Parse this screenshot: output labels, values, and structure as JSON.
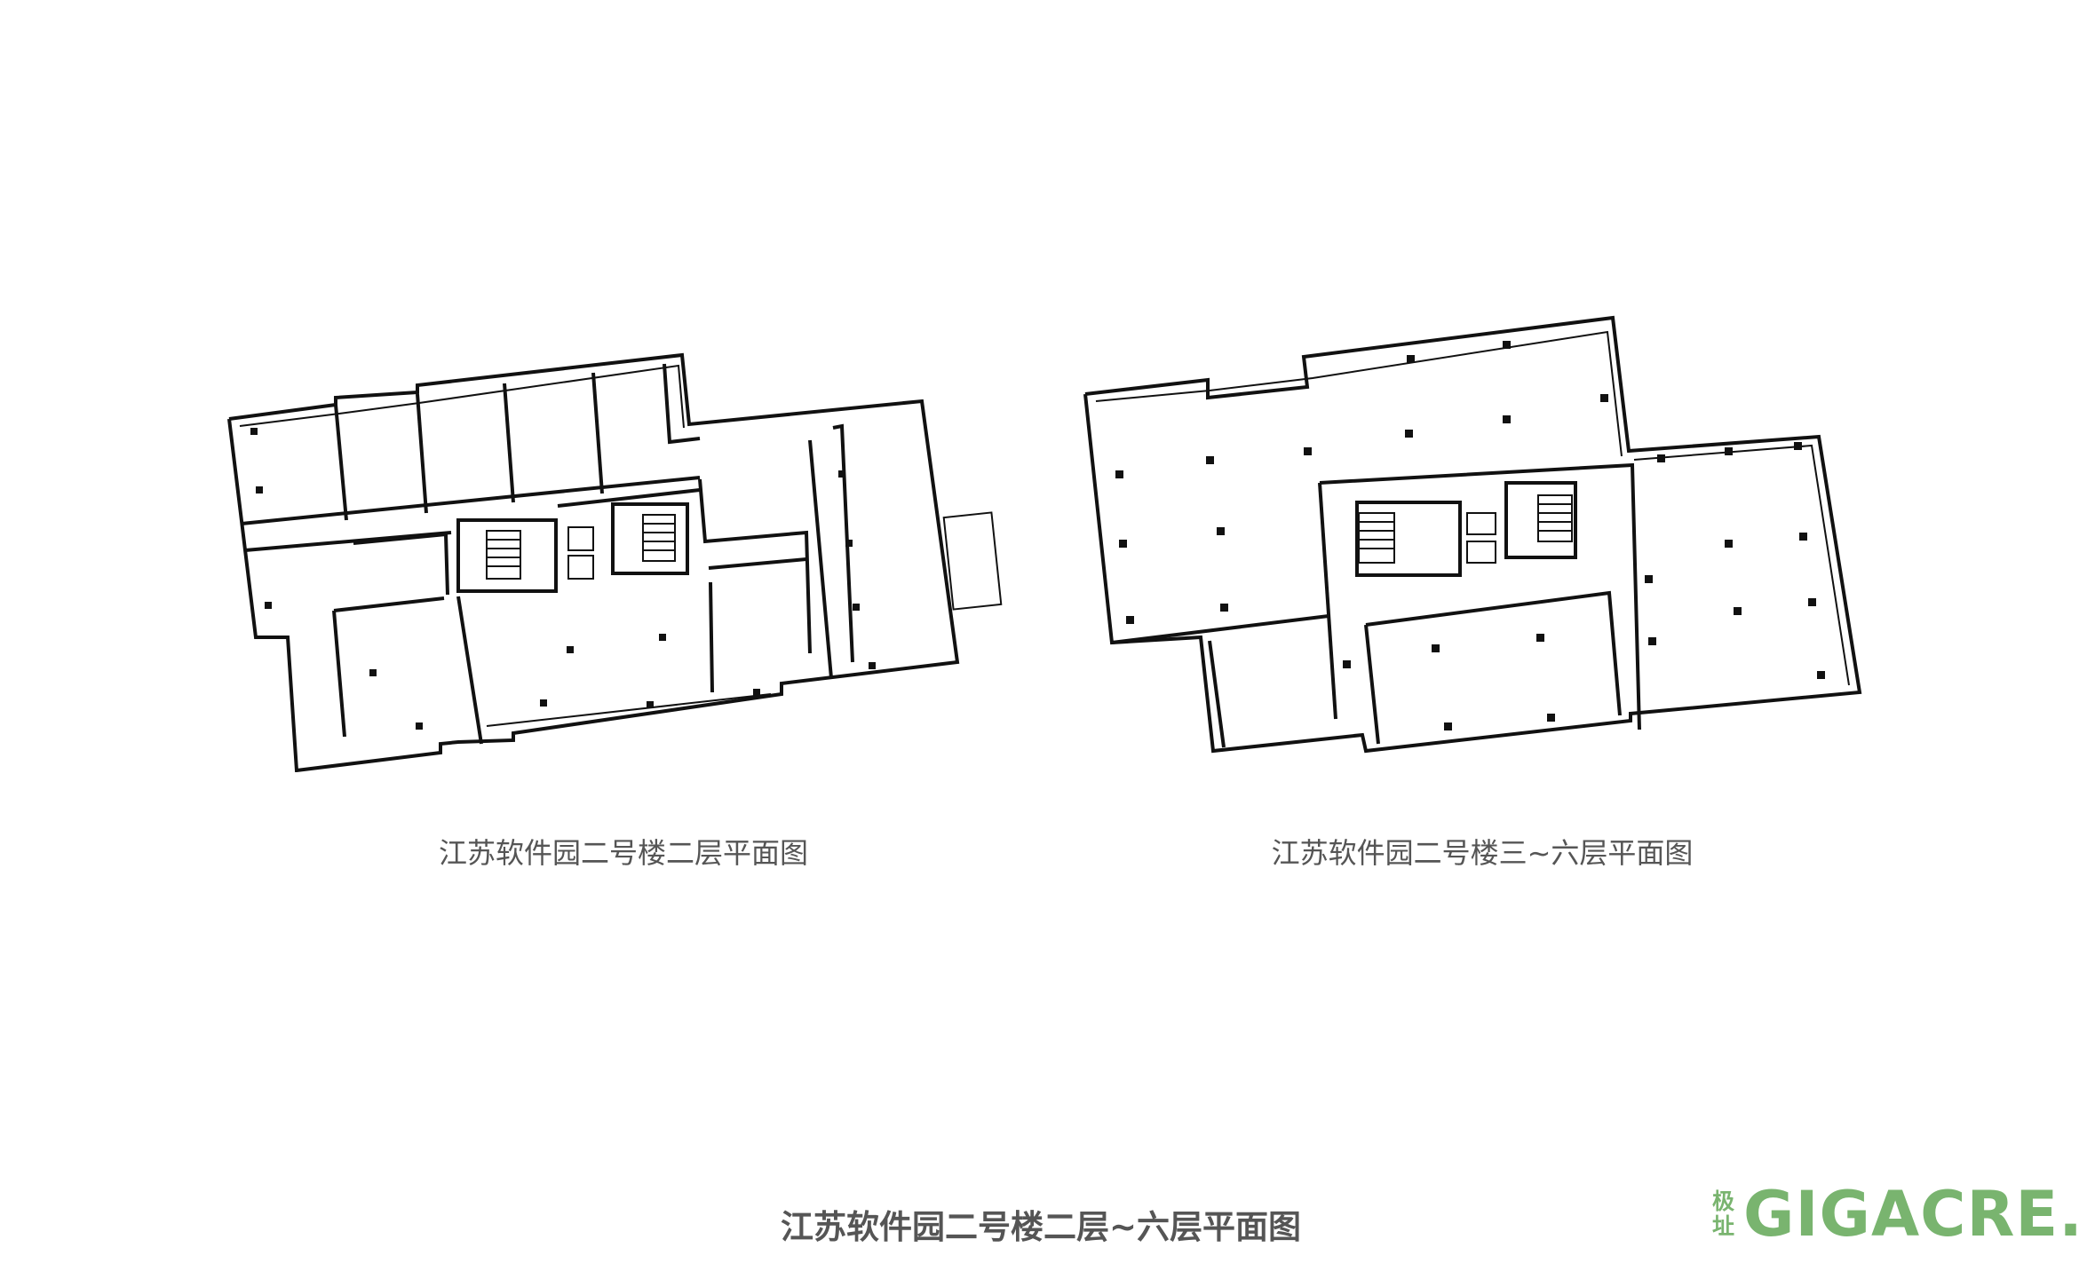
{
  "plans": {
    "left": {
      "caption": "江苏软件园二号楼二层平面图"
    },
    "right": {
      "caption": "江苏软件园二号楼三~六层平面图"
    }
  },
  "title": "江苏软件园二号楼二层~六层平面图",
  "logo": {
    "cn_top": "极",
    "cn_bottom": "址",
    "en": "GIGACRE.",
    "color": "#79b46f"
  },
  "colors": {
    "text": "#555555",
    "lines": "#111111",
    "background": "#ffffff"
  }
}
